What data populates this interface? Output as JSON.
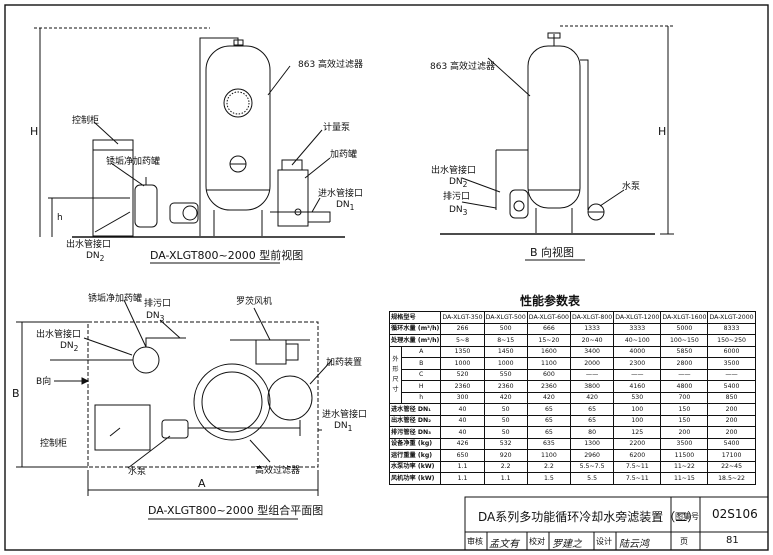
{
  "front_view": {
    "title": "DA-XLGT800~2000 型前视图",
    "labels": {
      "filter": "863 高效过滤器",
      "control": "控制柜",
      "scale_tank": "锈垢净加药罐",
      "meter_pump": "计量泵",
      "dosing": "加药罐",
      "water_in": "进水管接口",
      "water_in_dn": "DN",
      "water_in_sub": "1",
      "water_out": "出水管接口",
      "water_out_dn": "DN",
      "water_out_sub": "2",
      "h_big": "H",
      "h_small": "h"
    }
  },
  "b_view": {
    "title": "B 向视图",
    "labels": {
      "filter": "863 高效过滤器",
      "water_out": "出水管接口",
      "water_out_dn": "DN",
      "water_out_sub": "2",
      "drain": "排污口",
      "drain_dn": "DN",
      "drain_sub": "3",
      "pump": "水泵",
      "h_big": "H"
    }
  },
  "plan_view": {
    "title": "DA-XLGT800~2000 型组合平面图",
    "labels": {
      "scale_tank": "锈垢净加药罐",
      "drain": "排污口",
      "drain_dn": "DN",
      "drain_sub": "3",
      "roots_fan": "罗茨风机",
      "water_out": "出水管接口",
      "water_out_dn": "DN",
      "water_out_sub": "2",
      "b_dir": "B向",
      "dosing_device": "加药装置",
      "water_in": "进水管接口",
      "water_in_dn": "DN",
      "water_in_sub": "1",
      "control": "控制柜",
      "pump": "水泵",
      "filter": "高效过滤器",
      "dim_a": "A",
      "dim_b": "B"
    }
  },
  "performance": {
    "title": "性能参数表",
    "header_label": "规格型号",
    "models": [
      "DA-XLGT-350",
      "DA-XLGT-500",
      "DA-XLGT-600",
      "DA-XLGT-800",
      "DA-XLGT-1200",
      "DA-XLGT-1600",
      "DA-XLGT-2000"
    ],
    "rows": [
      {
        "label": "循环水量 (m³/h)",
        "values": [
          "266",
          "500",
          "666",
          "1333",
          "3333",
          "5000",
          "8333"
        ]
      },
      {
        "label": "处理水量 (m³/h)",
        "values": [
          "5~8",
          "8~15",
          "15~20",
          "20~40",
          "40~100",
          "100~150",
          "150~250"
        ]
      }
    ],
    "dim_group_label": [
      "外",
      "形",
      "尺",
      "寸"
    ],
    "dim_rows": [
      {
        "label": "A",
        "values": [
          "1350",
          "1450",
          "1600",
          "3400",
          "4000",
          "5850",
          "6000"
        ]
      },
      {
        "label": "B",
        "values": [
          "1000",
          "1000",
          "1100",
          "2000",
          "2300",
          "2800",
          "3500"
        ]
      },
      {
        "label": "C",
        "values": [
          "520",
          "550",
          "600",
          "——",
          "——",
          "——",
          "——"
        ]
      },
      {
        "label": "H",
        "values": [
          "2360",
          "2360",
          "2360",
          "3800",
          "4160",
          "4800",
          "5400"
        ]
      },
      {
        "label": "h",
        "values": [
          "300",
          "420",
          "420",
          "420",
          "530",
          "700",
          "850"
        ]
      }
    ],
    "rows2": [
      {
        "label": "进水管径 DN₁",
        "values": [
          "40",
          "50",
          "65",
          "65",
          "100",
          "150",
          "200"
        ]
      },
      {
        "label": "出水管径 DN₂",
        "values": [
          "40",
          "50",
          "65",
          "65",
          "100",
          "150",
          "200"
        ]
      },
      {
        "label": "排污管径 DN₃",
        "values": [
          "40",
          "50",
          "65",
          "80",
          "125",
          "200",
          "200"
        ]
      },
      {
        "label": "设备净重 (kg)",
        "values": [
          "426",
          "532",
          "635",
          "1300",
          "2200",
          "3500",
          "5400"
        ]
      },
      {
        "label": "运行重量 (kg)",
        "values": [
          "650",
          "920",
          "1100",
          "2960",
          "6200",
          "11500",
          "17100"
        ]
      },
      {
        "label": "水泵功率 (kW)",
        "values": [
          "1.1",
          "2.2",
          "2.2",
          "5.5~7.5",
          "7.5~11",
          "11~22",
          "22~45"
        ]
      },
      {
        "label": "风机功率 (kW)",
        "values": [
          "1.1",
          "1.1",
          "1.5",
          "5.5",
          "7.5~11",
          "11~15",
          "18.5~22"
        ]
      }
    ]
  },
  "title_block": {
    "drawing_title": "DA系列多功能循环冷却水旁滤装置（二）",
    "atlas_label": "图集号",
    "atlas_no": "02S106",
    "review": "审核",
    "review_sign": "孟文有",
    "check": "校对",
    "check_sign": "罗建之",
    "design": "设计",
    "design_sign": "陆云鸿",
    "page_label": "页",
    "page_no": "81"
  }
}
